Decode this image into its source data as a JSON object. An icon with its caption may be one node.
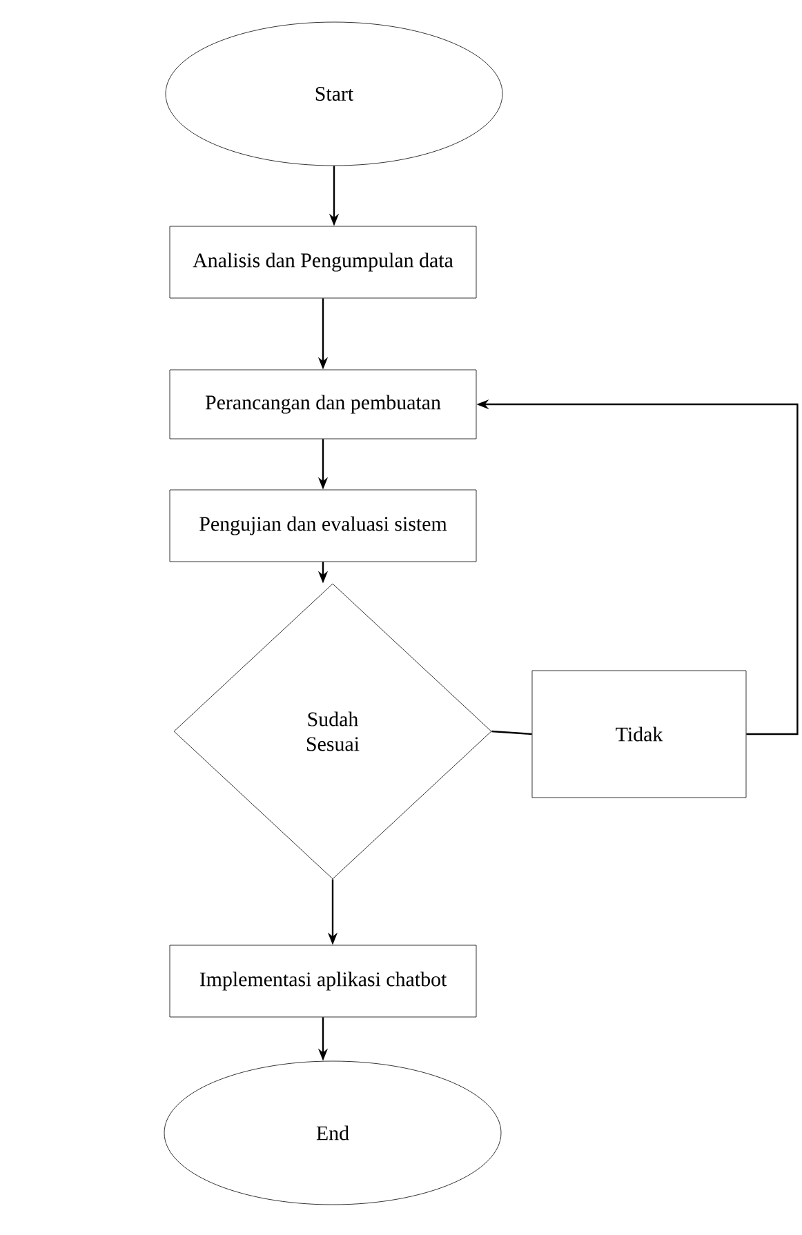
{
  "diagram": {
    "nodes": [
      {
        "text": [
          "Start"
        ]
      },
      {
        "text": [
          "Analisis dan Pengumpulan data"
        ]
      },
      {
        "text": [
          "Perancangan dan pembuatan"
        ]
      },
      {
        "text": [
          "Pengujian dan evaluasi sistem"
        ]
      },
      {
        "text": [
          "Sudah Sesuai"
        ]
      },
      {
        "text": [
          "Tidak"
        ]
      },
      {
        "text": [
          "Implementasi aplikasi chatbot"
        ]
      },
      {
        "text": [
          "End"
        ]
      }
    ],
    "edges": [
      {
        "from": 0,
        "to": 1,
        "arrow": "to"
      },
      {
        "from": 1,
        "to": 2,
        "arrow": "to"
      },
      {
        "from": 2,
        "to": 3,
        "arrow": "to"
      },
      {
        "from": 3,
        "to": 4,
        "arrow": "to"
      },
      {
        "from": 4,
        "to": 5,
        "arrow": "none"
      },
      {
        "from": 5,
        "to": 2,
        "arrow": "to"
      },
      {
        "from": 4,
        "to": 6,
        "arrow": "to"
      },
      {
        "from": 6,
        "to": 7,
        "arrow": "to"
      }
    ]
  }
}
